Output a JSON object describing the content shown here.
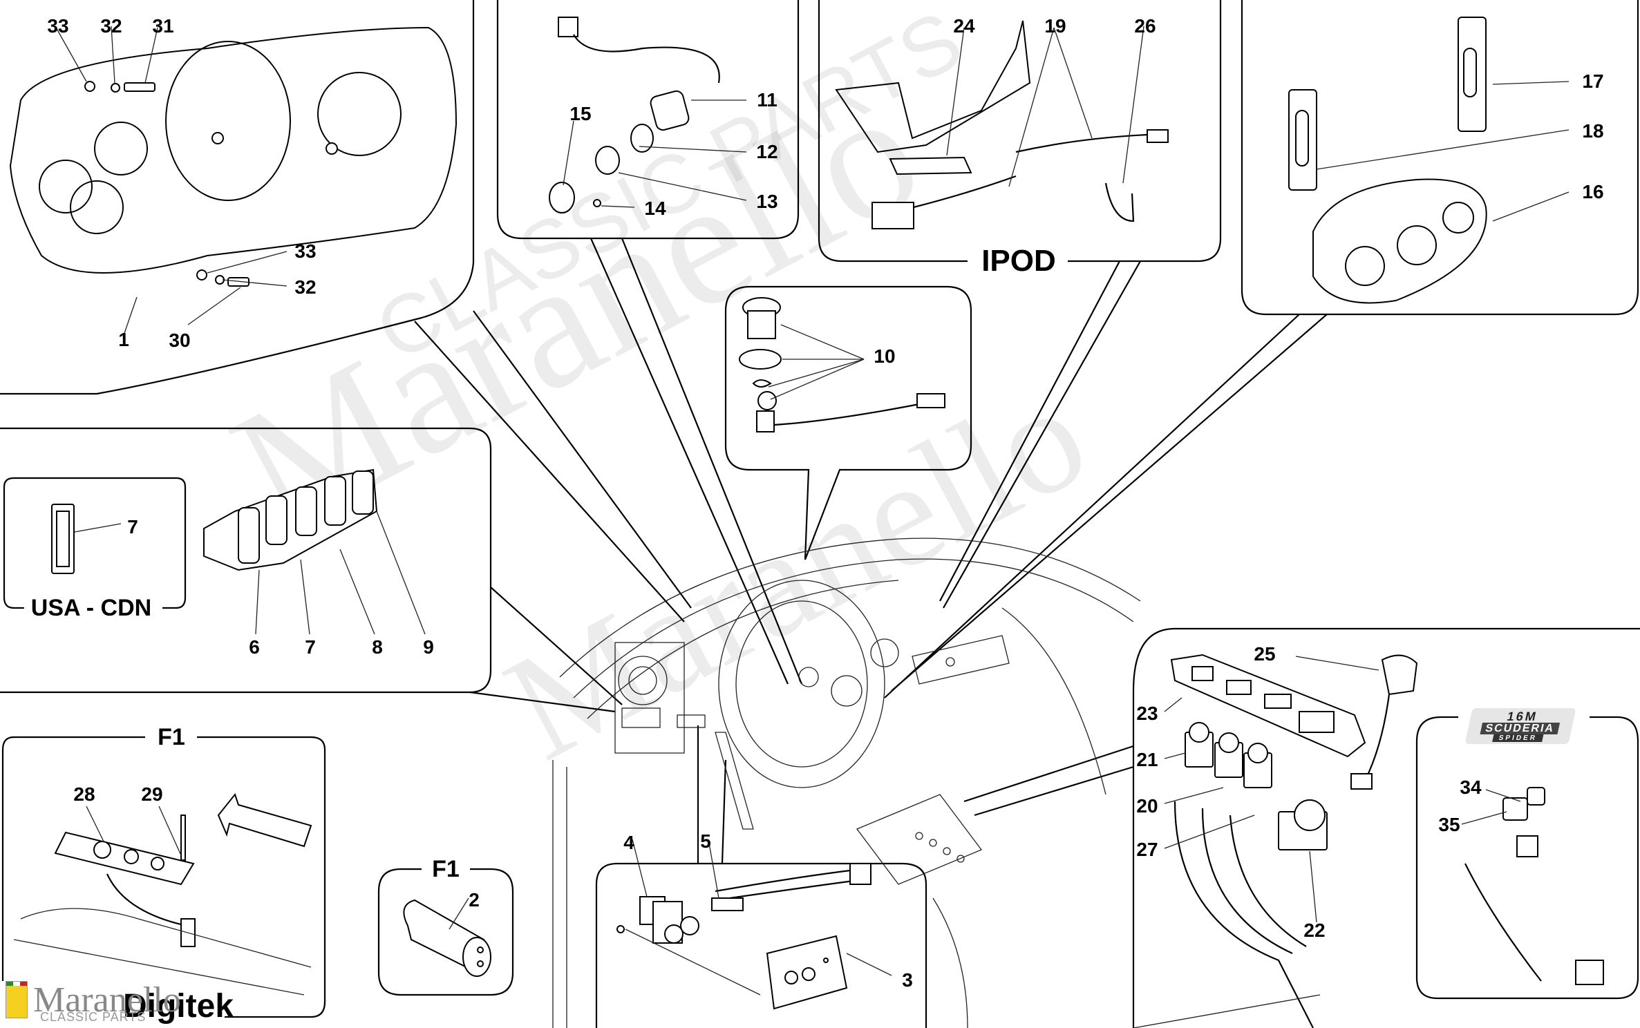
{
  "diagram": {
    "type": "exploded-parts-diagram",
    "subject": "Dashboard and tunnel instruments / switches",
    "callouts": {
      "instrument_cluster": [
        "33",
        "32",
        "31",
        "33",
        "32",
        "30",
        "1"
      ],
      "ignition_switch": [
        "11",
        "12",
        "13",
        "14",
        "15"
      ],
      "ipod": [
        "24",
        "19",
        "26"
      ],
      "climate": [
        "17",
        "18",
        "16"
      ],
      "courtesy_light": [
        "10"
      ],
      "usa_cdn": [
        "7"
      ],
      "switch_bank": [
        "6",
        "7",
        "8",
        "9"
      ],
      "f1_digitek": [
        "28",
        "29"
      ],
      "f1_small": [
        "2"
      ],
      "mirror_switch": [
        "4",
        "5",
        "3"
      ],
      "tunnel_switches": [
        "25",
        "23",
        "21",
        "20",
        "27",
        "22"
      ],
      "scuderia_spider": [
        "34",
        "35"
      ]
    },
    "section_titles": {
      "ipod": "IPOD",
      "usa_cdn": "USA - CDN",
      "f1_main": "F1",
      "f1_small": "F1",
      "digitek": "Digitek"
    },
    "badge": {
      "line1": "16M",
      "line2": "SCUDERIA",
      "line3": "SPIDER"
    },
    "watermark": {
      "brand": "Maranello",
      "sub": "CLASSIC PARTS"
    }
  }
}
